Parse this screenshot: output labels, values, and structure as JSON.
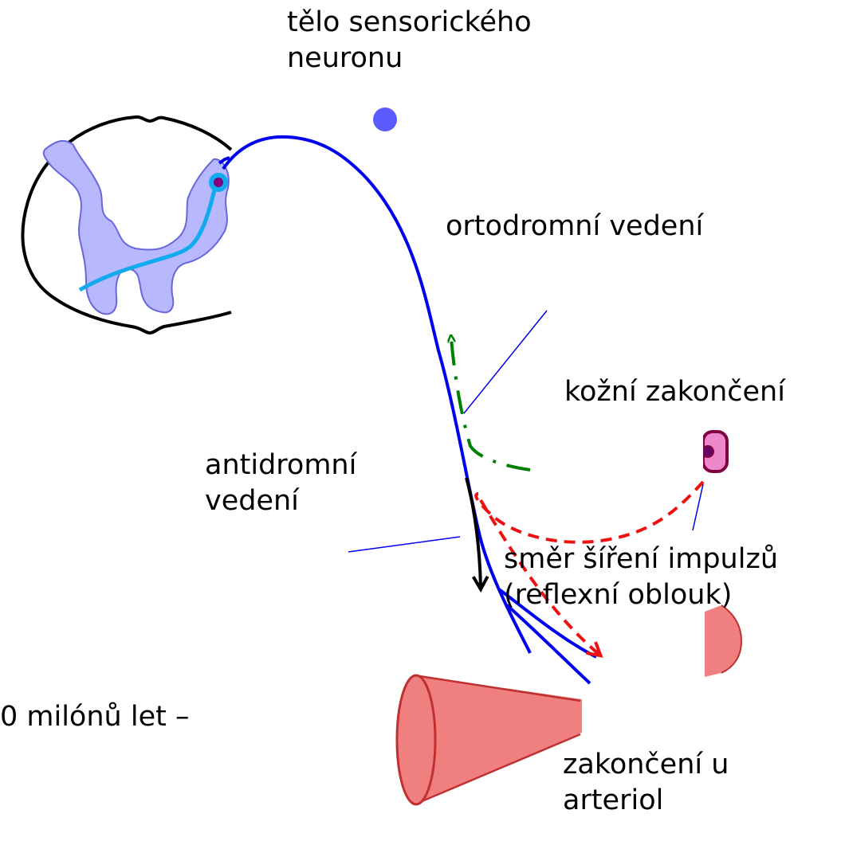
{
  "labels": {
    "soma": [
      "tělo sensorického",
      "neuronu"
    ],
    "orthodromic": "ortodromní vedení",
    "skin_ending": "kožní zakončení",
    "antidromic": [
      "antidromní",
      "vedení"
    ],
    "impulse_direction": [
      "směr šíření impulzů",
      "(reflexní oblouk)"
    ],
    "arteriole_ending": [
      "zakončení u",
      "arteriol"
    ],
    "cut_text": "0 milónů let –"
  },
  "colors": {
    "neuron_axon": "#0000ee",
    "soma": "#5a5aff",
    "gray_matter_fill": "#b8b8ff",
    "gray_matter_stroke": "#6666dd",
    "spinal_outline": "#000000",
    "intraspinal_branch": "#11aaee",
    "orthodromic_arrow": "#008000",
    "reflex_arrow": "#ee1111",
    "antidromic_arrow": "#000000",
    "vessel_fill": "#f08080",
    "vessel_stroke": "#c03030",
    "skin_receptor_fill": "#ee88cc",
    "skin_receptor_stroke": "#800040"
  }
}
